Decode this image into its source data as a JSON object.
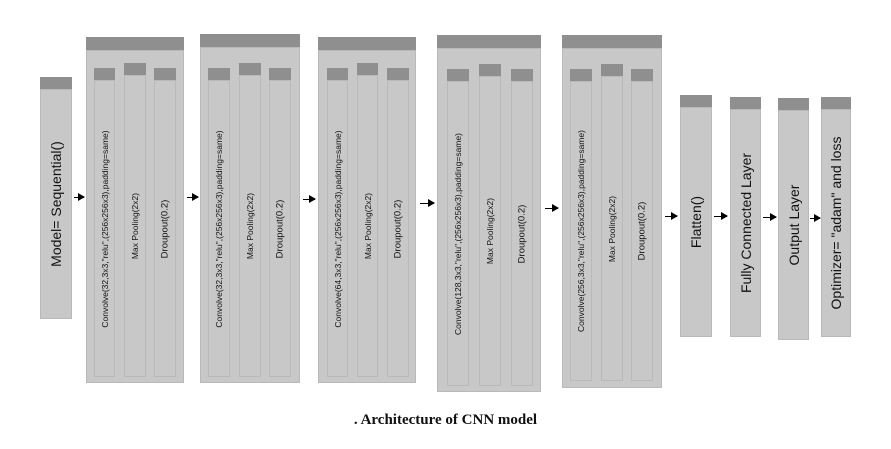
{
  "diagram": {
    "model": "Model= Sequential()",
    "conv_blocks": [
      {
        "convolve": "Convolve(32,3x3,\"relu\",(256x256x3),padding=same)",
        "pool": "Max Pooling(2x2)",
        "dropout": "Droupout(0.2)"
      },
      {
        "convolve": "Convolve(32,3x3,\"relu\",(256x256x3),padding=same)",
        "pool": "Max Pooling(2x2)",
        "dropout": "Droupout(0.2)"
      },
      {
        "convolve": "Convolve(64,3x3,\"relu\",(256x256x3),padding=same)",
        "pool": "Max Pooling(2x2)",
        "dropout": "Droupout(0.2)"
      },
      {
        "convolve": "Convolve(128,3x3,\"relu\",(256x256x3),padding=same)",
        "pool": "Max Pooling(2x2)",
        "dropout": "Droupout(0.2)"
      },
      {
        "convolve": "Convolve(256,3x3,\"relu\",(256x256x3),padding=same)",
        "pool": "Max Pooling(2x2)",
        "dropout": "Droupout(0.2)"
      }
    ],
    "flatten": "Flatten()",
    "fully_connected": "Fully Connected Layer",
    "output": "Output  Layer",
    "optimizer": "Optimizer= \"adam\" and loss",
    "caption": ". Architecture of CNN model"
  },
  "colors": {
    "box": "#c8c8c8",
    "cap": "#8f8f8f",
    "arrow": "#000000"
  }
}
